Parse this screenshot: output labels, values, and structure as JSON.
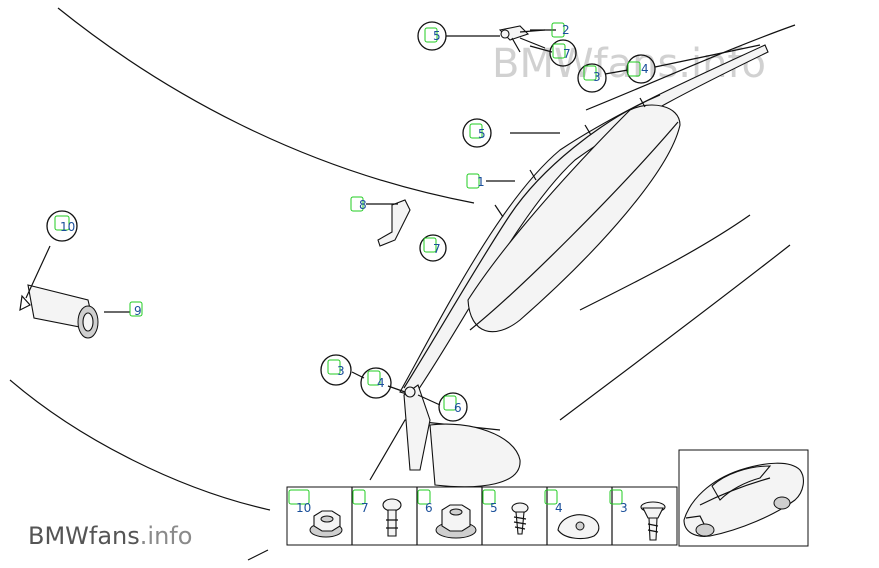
{
  "watermark": "BMWfans.info",
  "brand": {
    "name": "BMWfans",
    "tld": ".info"
  },
  "callouts": [
    {
      "id": "c5a",
      "label": "5"
    },
    {
      "id": "c2",
      "label": "2"
    },
    {
      "id": "c7a",
      "label": "7"
    },
    {
      "id": "c3a",
      "label": "3"
    },
    {
      "id": "c4a",
      "label": "4"
    },
    {
      "id": "c5b",
      "label": "5"
    },
    {
      "id": "c1",
      "label": "1"
    },
    {
      "id": "c8",
      "label": "8"
    },
    {
      "id": "c7b",
      "label": "7"
    },
    {
      "id": "c10",
      "label": "10"
    },
    {
      "id": "c9",
      "label": "9"
    },
    {
      "id": "c3b",
      "label": "3"
    },
    {
      "id": "c4b",
      "label": "4"
    },
    {
      "id": "c6",
      "label": "6"
    }
  ],
  "parts_strip": [
    {
      "label": "10",
      "icon": "hex-nut-icon"
    },
    {
      "label": "7",
      "icon": "clip-pin-icon"
    },
    {
      "label": "6",
      "icon": "flange-nut-icon"
    },
    {
      "label": "5",
      "icon": "screw-icon"
    },
    {
      "label": "4",
      "icon": "spring-clip-icon"
    },
    {
      "label": "3",
      "icon": "flat-head-screw-icon"
    }
  ],
  "thumbnail": {
    "icon": "car-sedan-icon"
  }
}
